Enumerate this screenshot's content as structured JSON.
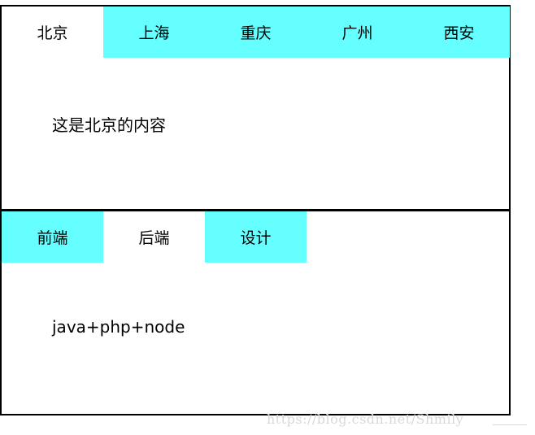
{
  "cities": {
    "tabs": [
      {
        "label": "北京",
        "active": true
      },
      {
        "label": "上海",
        "active": false
      },
      {
        "label": "重庆",
        "active": false
      },
      {
        "label": "广州",
        "active": false
      },
      {
        "label": "西安",
        "active": false
      }
    ],
    "content": "这是北京的内容"
  },
  "tech": {
    "tabs": [
      {
        "label": "前端",
        "active": false
      },
      {
        "label": "后端",
        "active": true
      },
      {
        "label": "设计",
        "active": false
      }
    ],
    "content": "java+php+node"
  },
  "watermark": "https://blog.csdn.net/Shmily",
  "colors": {
    "inactive_tab": "#66ffff",
    "active_tab": "#ffffff",
    "border": "#000000"
  }
}
